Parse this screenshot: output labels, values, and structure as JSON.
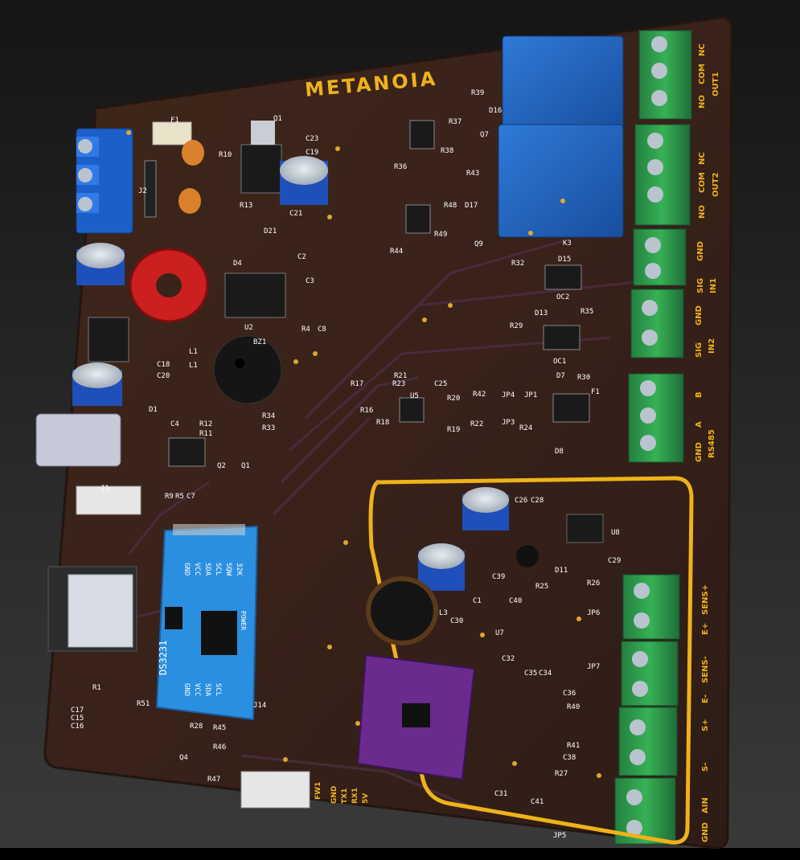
{
  "board": {
    "logo": "METANOIA",
    "colors": {
      "background": "#1c1c1c",
      "pcb": "#3a2319",
      "silkscreen_yellow": "#f0b21a",
      "terminal_green": "#2e9a4a",
      "terminal_blue": "#1d5fc8",
      "relay_blue": "#1f63c2",
      "rtc_module": "#2a8fe0",
      "sensor_module": "#6a2a8e",
      "inductor_red": "#cc1f1f"
    },
    "connectors": {
      "out1": [
        "NC",
        "COM",
        "NO",
        "OUT1"
      ],
      "out2": [
        "NC",
        "COM",
        "NO",
        "OUT2"
      ],
      "in1": [
        "GND",
        "SIG",
        "IN1"
      ],
      "in2": [
        "GND",
        "SIG",
        "IN2"
      ],
      "rs485": [
        "B",
        "A",
        "GND",
        "RS485"
      ],
      "sensor": [
        "E+",
        "SENS+",
        "E-",
        "SENS-",
        "S+",
        "S-",
        "AIN",
        "GND"
      ],
      "uart": [
        "GND",
        "TX1",
        "RX1",
        "5V"
      ],
      "fw": "FW1"
    },
    "rtc_module": {
      "title": "DS3231",
      "pins_top": [
        "32K",
        "SQW",
        "SCL",
        "SDA",
        "VCC",
        "GND"
      ],
      "pins_bottom": [
        "GND",
        "VCC",
        "SDA",
        "SCL"
      ],
      "power": "POWER"
    },
    "component_labels": [
      "R39",
      "D16",
      "R37",
      "Q7",
      "R36",
      "R38",
      "R43",
      "R48",
      "D17",
      "Q9",
      "R49",
      "R44",
      "K3",
      "C23",
      "C19",
      "Q1",
      "R10",
      "R13",
      "D21",
      "C21",
      "F1",
      "J2",
      "D4",
      "C2",
      "C3",
      "U2",
      "R4",
      "C8",
      "L1",
      "BZ1",
      "C18",
      "C20",
      "D1",
      "C4",
      "R12",
      "R11",
      "Q2",
      "Q1",
      "R9",
      "R5",
      "C7",
      "J1",
      "R32",
      "D15",
      "OC2",
      "R35",
      "R29",
      "D13",
      "OC1",
      "R30",
      "D7",
      "F1",
      "R17",
      "R23",
      "C25",
      "U5",
      "R20",
      "R42",
      "JP4",
      "JP1",
      "R16",
      "R18",
      "R19",
      "R22",
      "JP3",
      "R24",
      "D8",
      "C26",
      "C28",
      "U8",
      "C29",
      "D11",
      "R26",
      "R25",
      "C39",
      "C40",
      "C1",
      "C30",
      "L3",
      "U7",
      "C32",
      "C35",
      "C34",
      "JP6",
      "JP7",
      "C36",
      "R40",
      "R41",
      "C38",
      "R27",
      "C41",
      "JP5",
      "C31",
      "R28",
      "R45",
      "R46",
      "R47",
      "Q4",
      "R1",
      "C17",
      "C15",
      "C16",
      "R51",
      "J14",
      "R34",
      "R33",
      "R21",
      "L1"
    ]
  }
}
